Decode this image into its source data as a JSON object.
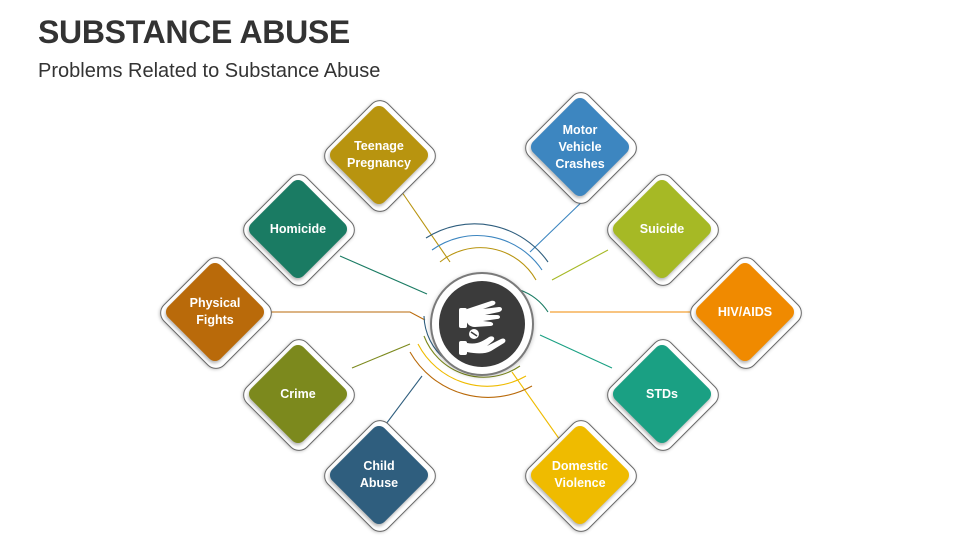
{
  "header": {
    "title": "SUBSTANCE ABUSE",
    "subtitle": "Problems Related to Substance Abuse"
  },
  "hub": {
    "icon": "hand-drug-icon",
    "color": "#3b3b3b"
  },
  "nodes": [
    {
      "label": "Teenage\nPregnancy",
      "color": "#b8940f"
    },
    {
      "label": "Homicide",
      "color": "#1a7b63"
    },
    {
      "label": "Physical\nFights",
      "color": "#b96a0a"
    },
    {
      "label": "Crime",
      "color": "#7c891d"
    },
    {
      "label": "Child\nAbuse",
      "color": "#2f5e7e"
    },
    {
      "label": "Motor\nVehicle\nCrashes",
      "color": "#3d86c0"
    },
    {
      "label": "Suicide",
      "color": "#a6b925"
    },
    {
      "label": "HIV/AIDS",
      "color": "#f08a00"
    },
    {
      "label": "STDs",
      "color": "#1aa083"
    },
    {
      "label": "Domestic\nViolence",
      "color": "#efbb00"
    }
  ]
}
